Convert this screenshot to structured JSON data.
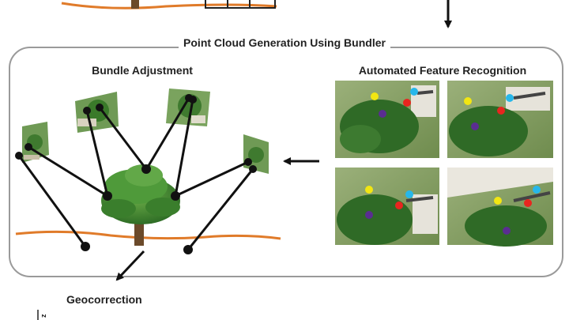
{
  "labels": {
    "panel_title": "Point Cloud Generation Using Bundler",
    "bundle": "Bundle Adjustment",
    "feature": "Automated Feature Recognition",
    "geocorrection": "Geocorrection",
    "side_glyphs": "z"
  },
  "icons": [
    "tree-icon",
    "building-icon",
    "ground-line",
    "arrow-down-icon",
    "arrow-left-icon"
  ],
  "colors": {
    "ground": "#e07b2a",
    "panel_border": "#9a9a9a",
    "connector": "#111111",
    "feature_yellow": "#f2e612",
    "feature_red": "#e8251f",
    "feature_blue": "#27b7ea",
    "feature_purple": "#5a2d91",
    "tree_canopy": "#3f8a2f",
    "grass": "#8fa968"
  },
  "feature_images": [
    {
      "name": "aerial-tile-1"
    },
    {
      "name": "aerial-tile-2"
    },
    {
      "name": "aerial-tile-3"
    },
    {
      "name": "aerial-tile-4"
    }
  ]
}
